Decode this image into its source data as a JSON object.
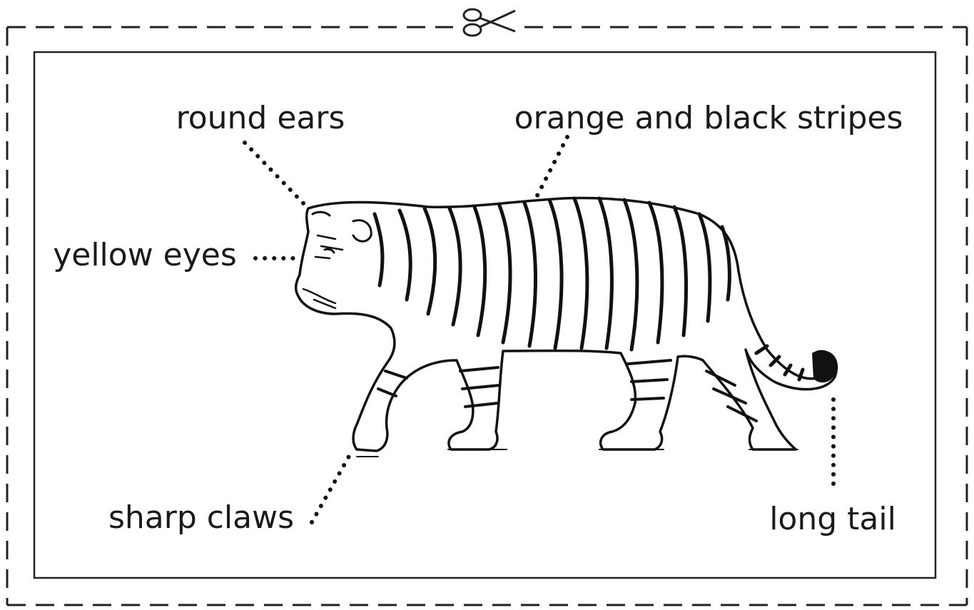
{
  "labels": {
    "round_ears": "round ears",
    "stripes": "orange and black stripes",
    "eyes": "yellow eyes",
    "claws": "sharp claws",
    "tail": "long tail"
  },
  "icons": {
    "scissors": "scissors-icon"
  },
  "colors": {
    "ink": "#1a1a1a",
    "paper": "#ffffff"
  }
}
